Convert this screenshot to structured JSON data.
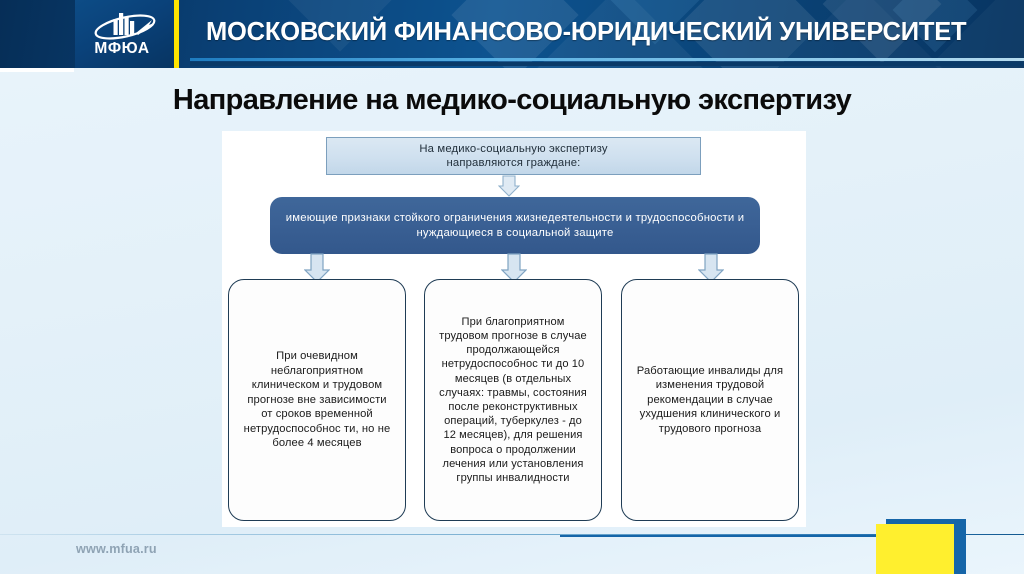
{
  "header": {
    "logo_text": "МФЮА",
    "logo_icon": "mfua-bar-chart-swoosh-logo",
    "university_title": "МОСКОВСКИЙ ФИНАНСОВО-ЮРИДИЧЕСКИЙ УНИВЕРСИТЕТ",
    "brand_blue": "#0a4179",
    "accent_yellow": "#ffe400"
  },
  "slide": {
    "title": "Направление на медико-социальную экспертизу"
  },
  "diagram": {
    "top_box": {
      "line1": "На медико-социальную экспертизу",
      "line2": "направляются граждане:"
    },
    "middle_box": {
      "text": "имеющие признаки стойкого ограничения жизнедеятельности и трудоспособности и нуждающиеся в социальной защите"
    },
    "arrows": [
      {
        "name": "arrow-top-to-middle"
      },
      {
        "name": "arrow-middle-to-box-1"
      },
      {
        "name": "arrow-middle-to-box-2"
      },
      {
        "name": "arrow-middle-to-box-3"
      }
    ],
    "leaf_boxes": [
      {
        "id": "box-1",
        "text": "При очевидном неблагоприятном клиническом и трудовом прогнозе вне зависимости от сроков временной нетрудоспособнос ти, но не более 4 месяцев"
      },
      {
        "id": "box-2",
        "text": "При благоприятном трудовом прогнозе в случае продолжающейся нетрудоспособнос ти до 10 месяцев (в отдельных случаях: травмы, состояния после реконструктивных операций, туберкулез - до 12 месяцев), для решения вопроса о продолжении лечения или установления группы инвалидности"
      },
      {
        "id": "box-3",
        "text": "Работающие инвалиды для изменения трудовой рекомендации в случае ухудшения клинического и трудового прогноза"
      }
    ]
  },
  "footer": {
    "url": "www.mfua.ru",
    "corner_yellow": "#ffef2e",
    "corner_blue": "#1565a8"
  }
}
